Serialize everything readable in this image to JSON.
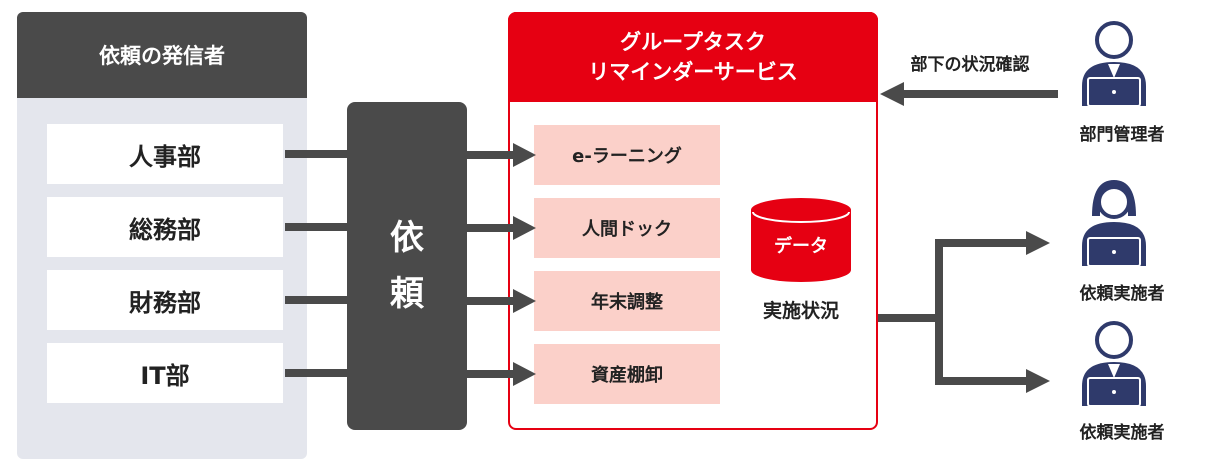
{
  "sender_panel": {
    "title": "依頼の発信者",
    "departments": [
      "人事部",
      "総務部",
      "財務部",
      "IT部"
    ]
  },
  "request": {
    "chars": [
      "依",
      "頼"
    ]
  },
  "service": {
    "title_line1": "グループタスク",
    "title_line2": "リマインダーサービス",
    "modules": [
      "e-ラーニング",
      "人間ドック",
      "年末調整",
      "資産棚卸"
    ],
    "database_label": "データ",
    "status_label": "実施状況"
  },
  "manager": {
    "label": "部門管理者",
    "action_label": "部下の状況確認"
  },
  "implementers": [
    {
      "label": "依頼実施者"
    },
    {
      "label": "依頼実施者"
    }
  ],
  "colors": {
    "red": "#e60012",
    "dark": "#4a4a4a",
    "pink": "#fbd0c9",
    "panel": "#e4e6ed",
    "person": "#2f3a6b"
  }
}
